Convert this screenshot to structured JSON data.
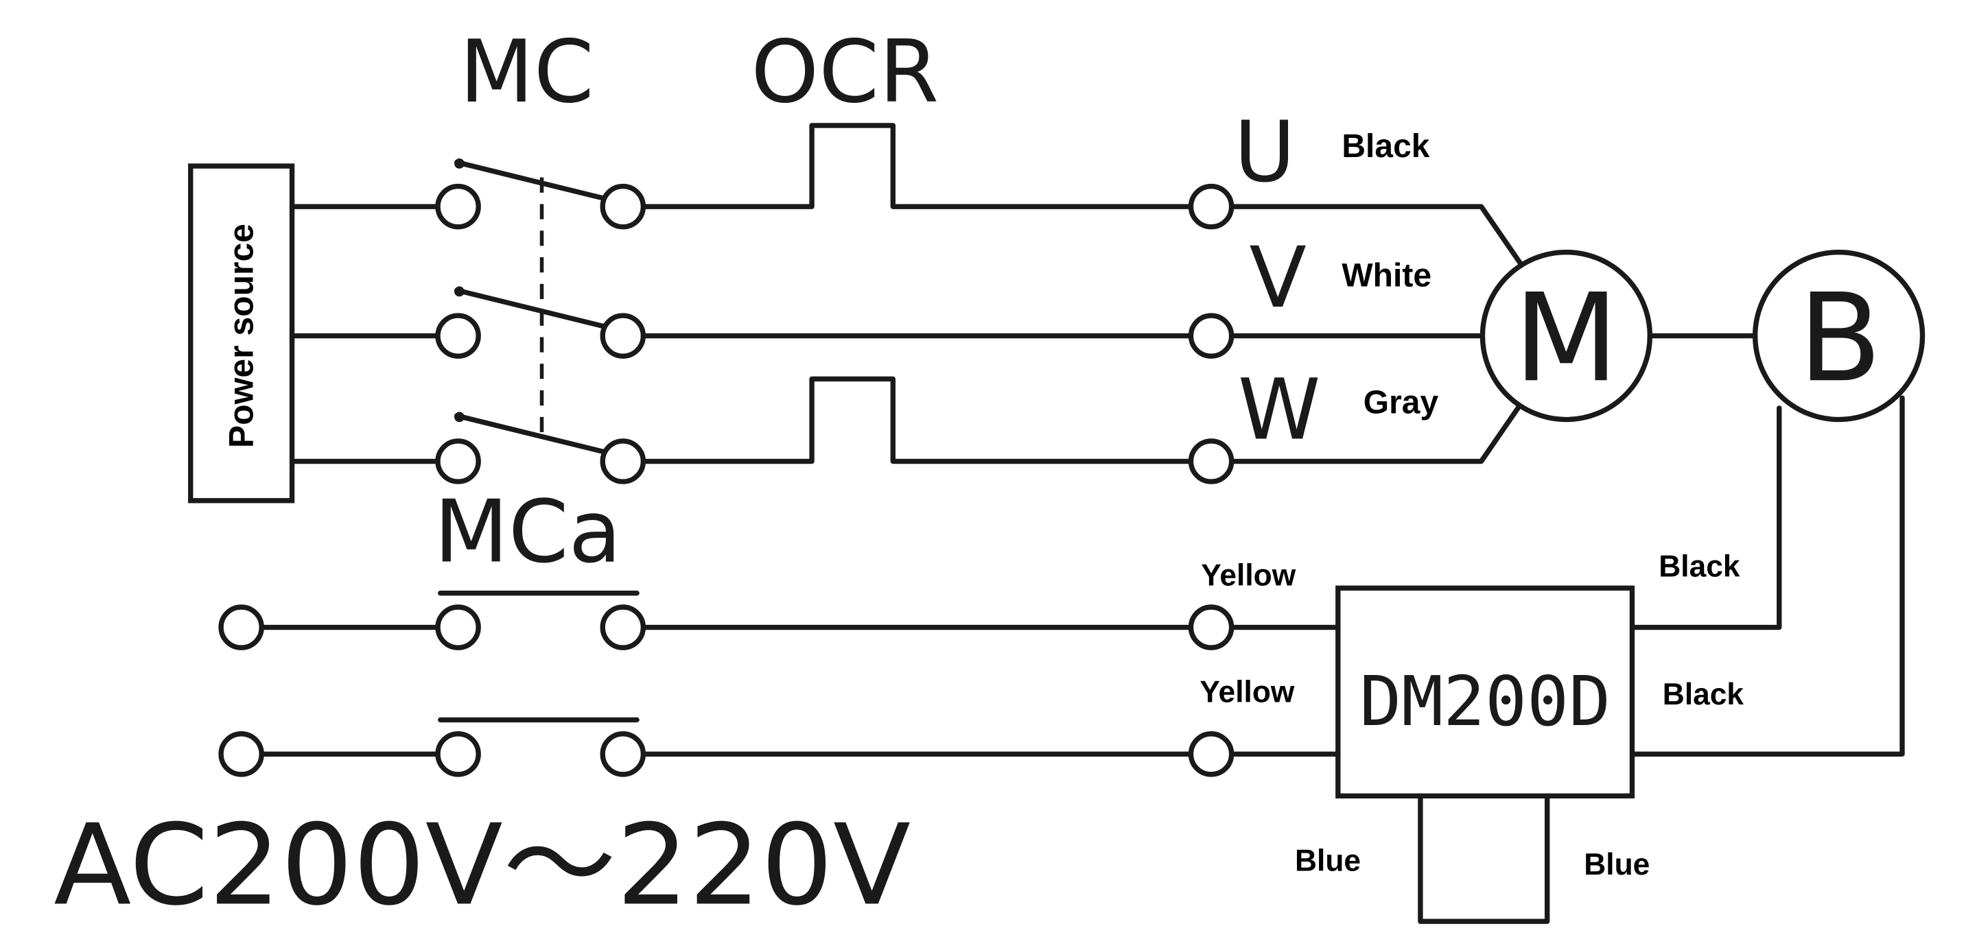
{
  "labels": {
    "mc": "MC",
    "ocr": "OCR",
    "mca": "MCa",
    "power_source": "Power source",
    "supply_voltage": "AC200V～220V",
    "phase_u": "U",
    "phase_v": "V",
    "phase_w": "W",
    "motor": "M",
    "brake": "B",
    "rectifier": "DM200D"
  },
  "wire_colors": {
    "u": "Black",
    "v": "White",
    "w": "Gray",
    "rect_in_1": "Yellow",
    "rect_in_2": "Yellow",
    "brake_out_1": "Black",
    "brake_out_2": "Black",
    "blue_left": "Blue",
    "blue_right": "Blue"
  }
}
